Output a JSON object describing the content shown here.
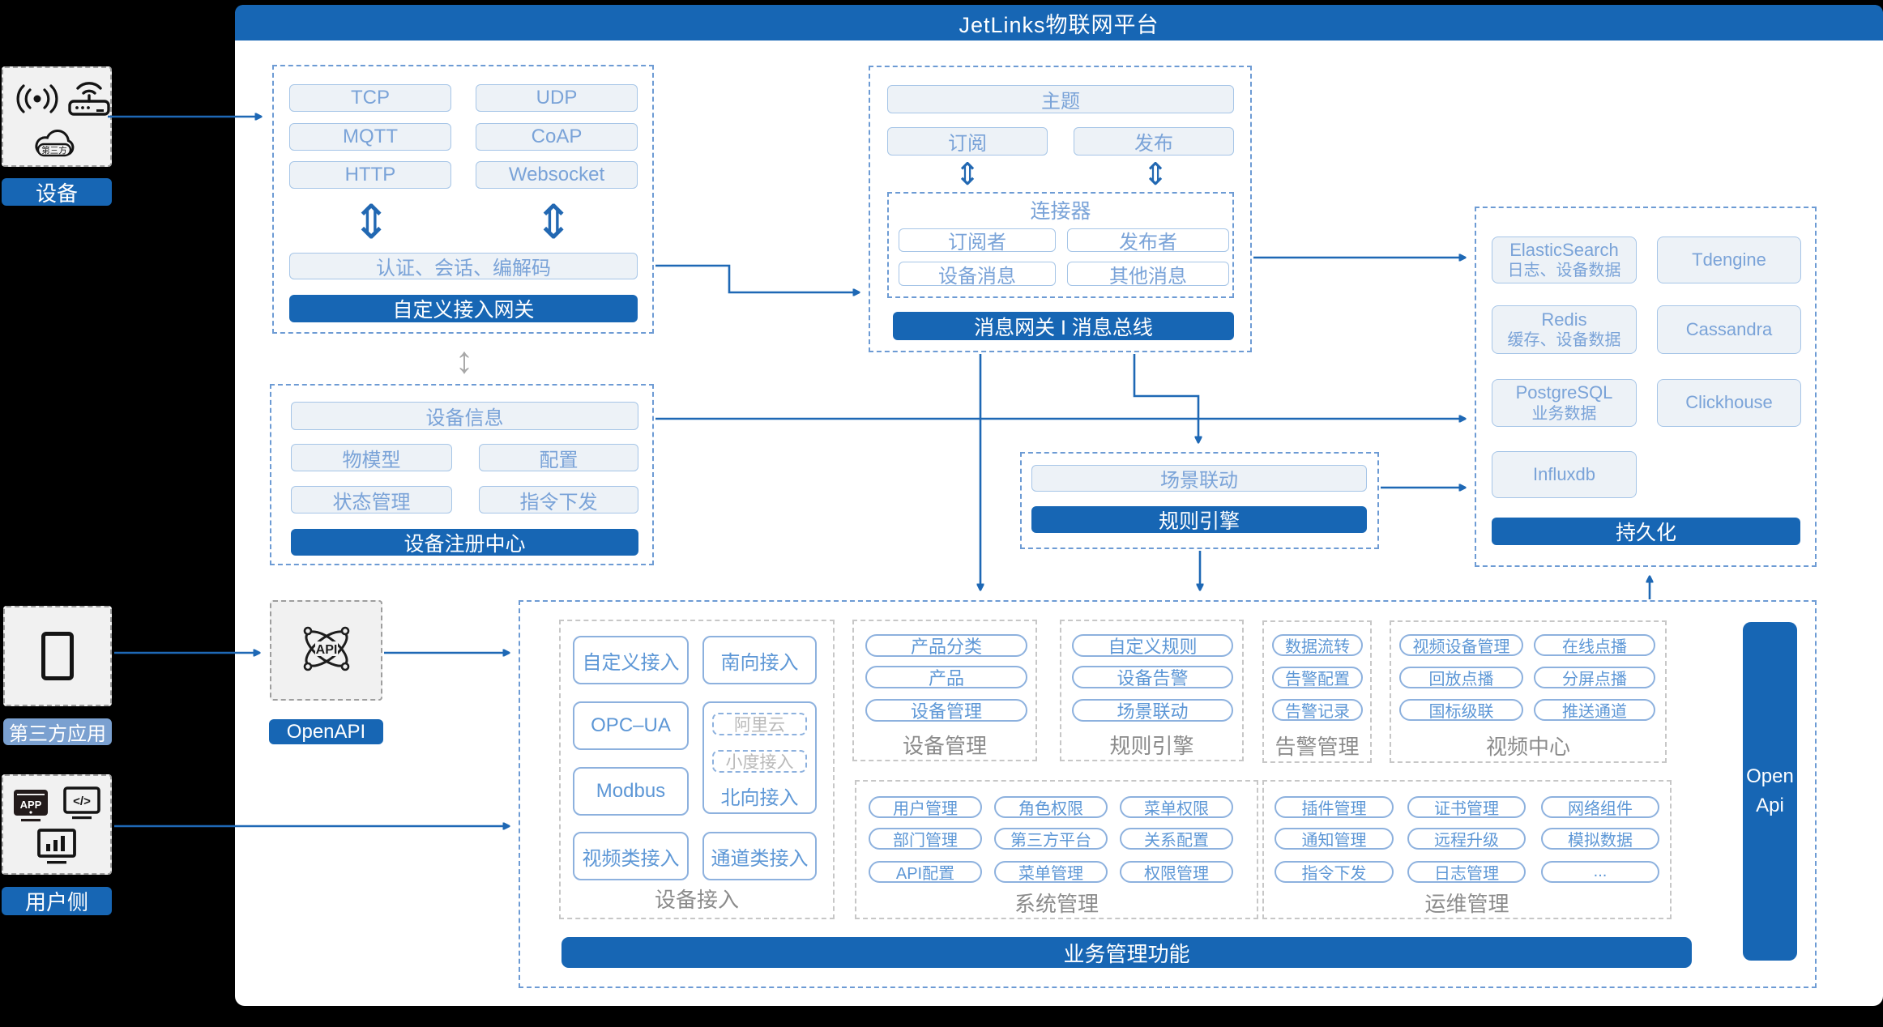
{
  "title": "JetLinks物联网平台",
  "colors": {
    "primary": "#1766b4",
    "light_box_fill": "#edf2f7",
    "light_box_border": "#a6c5e7",
    "light_box_text": "#7aa3d8",
    "item_border": "#8db1de",
    "item_text": "#5d97d6",
    "dashed_blue": "#6d9bd4",
    "dashed_gray": "#c7c7c7",
    "muted_label": "#8b8b8b",
    "rail_muted_blue": "#7aa0d0",
    "background": "#000000"
  },
  "left_rail": {
    "device": {
      "label": "设备",
      "icons": [
        "wifi-signal-icon",
        "router-icon",
        "third-party-cloud-icon"
      ],
      "cloud_text": "第三方"
    },
    "third_party": {
      "label": "第三方应用",
      "icons": [
        "mobile-icon"
      ]
    },
    "user": {
      "label": "用户侧",
      "icons": [
        "app-icon",
        "code-icon",
        "dashboard-icon"
      ],
      "app_icon_text": "APP",
      "code_icon_text": "</>"
    }
  },
  "gateway": {
    "protocols": [
      "TCP",
      "UDP",
      "MQTT",
      "CoAP",
      "HTTP",
      "Websocket"
    ],
    "auth": "认证、会话、编解码",
    "footer": "自定义接入网关"
  },
  "message_hub": {
    "topic": "主题",
    "subscribe": "订阅",
    "publish": "发布",
    "connector": {
      "title": "连接器",
      "items": [
        "订阅者",
        "发布者",
        "设备消息",
        "其他消息"
      ]
    },
    "footer": "消息网关 I 消息总线"
  },
  "registry": {
    "items": [
      "设备信息",
      "物模型",
      "配置",
      "状态管理",
      "指令下发"
    ],
    "footer": "设备注册中心"
  },
  "scene": {
    "item": "场景联动",
    "footer": "规则引擎"
  },
  "persistence": {
    "cells": [
      {
        "name": "ElasticSearch",
        "sub": "日志、设备数据"
      },
      {
        "name": "Tdengine",
        "sub": ""
      },
      {
        "name": "Redis",
        "sub": "缓存、设备数据"
      },
      {
        "name": "Cassandra",
        "sub": ""
      },
      {
        "name": "PostgreSQL",
        "sub": "业务数据"
      },
      {
        "name": "Clickhouse",
        "sub": ""
      },
      {
        "name": "Influxdb",
        "sub": ""
      }
    ],
    "footer": "持久化"
  },
  "openapi": {
    "label": "OpenAPI",
    "icon": "api-network-icon",
    "icon_text": "API"
  },
  "business": {
    "device_access": {
      "label": "设备接入",
      "items": [
        "自定义接入",
        "南向接入",
        "OPC–UA",
        "Modbus",
        "视频类接入",
        "通道类接入"
      ],
      "north": {
        "label": "北向接入",
        "subitems": [
          "阿里云",
          "小度接入"
        ]
      }
    },
    "device_mgmt": {
      "label": "设备管理",
      "items": [
        "产品分类",
        "产品",
        "设备管理"
      ]
    },
    "rule_engine": {
      "label": "规则引擎",
      "items": [
        "自定义规则",
        "设备告警",
        "场景联动"
      ]
    },
    "alarm": {
      "label": "告警管理",
      "items": [
        "数据流转",
        "告警配置",
        "告警记录"
      ]
    },
    "video": {
      "label": "视频中心",
      "items": [
        "视频设备管理",
        "在线点播",
        "回放点播",
        "分屏点播",
        "国标级联",
        "推送通道"
      ]
    },
    "system": {
      "label": "系统管理",
      "items": [
        "用户管理",
        "角色权限",
        "菜单权限",
        "部门管理",
        "第三方平台",
        "关系配置",
        "API配置",
        "菜单管理",
        "权限管理"
      ]
    },
    "ops": {
      "label": "运维管理",
      "items": [
        "插件管理",
        "证书管理",
        "网络组件",
        "通知管理",
        "远程升级",
        "模拟数据",
        "指令下发",
        "日志管理",
        "..."
      ]
    },
    "open_api_bar": {
      "line1": "Open",
      "line2": "Api"
    },
    "footer": "业务管理功能"
  }
}
